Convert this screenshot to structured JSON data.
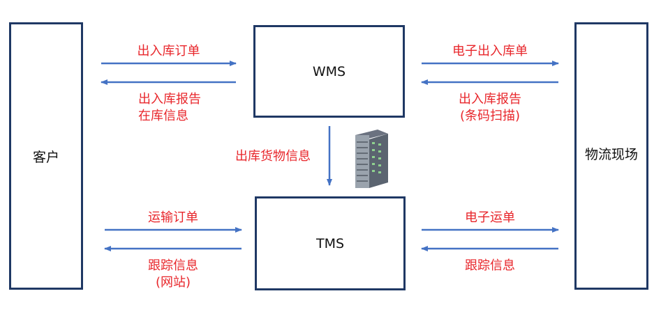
{
  "colors": {
    "box_border": "#1f3864",
    "arrow": "#4472c4",
    "label": "#e8262b"
  },
  "boxes": {
    "customer": "客户",
    "wms": "WMS",
    "tms": "TMS",
    "site": "物流现场"
  },
  "labels": {
    "in_out_order": "出入库订单",
    "in_out_report": "出入库报告",
    "stock_info": "在库信息",
    "e_in_out_doc": "电子出入库单",
    "site_report": "出入库报告",
    "barcode_scan": "(条码扫描)",
    "outbound_goods_info": "出库货物信息",
    "transport_order": "运输订单",
    "tracking_info_left": "跟踪信息",
    "website": "(网站)",
    "e_waybill": "电子运单",
    "tracking_info_right": "跟踪信息"
  },
  "icons": {
    "server": "server-rack-icon",
    "scanner": "barcode-scanner-icon"
  }
}
